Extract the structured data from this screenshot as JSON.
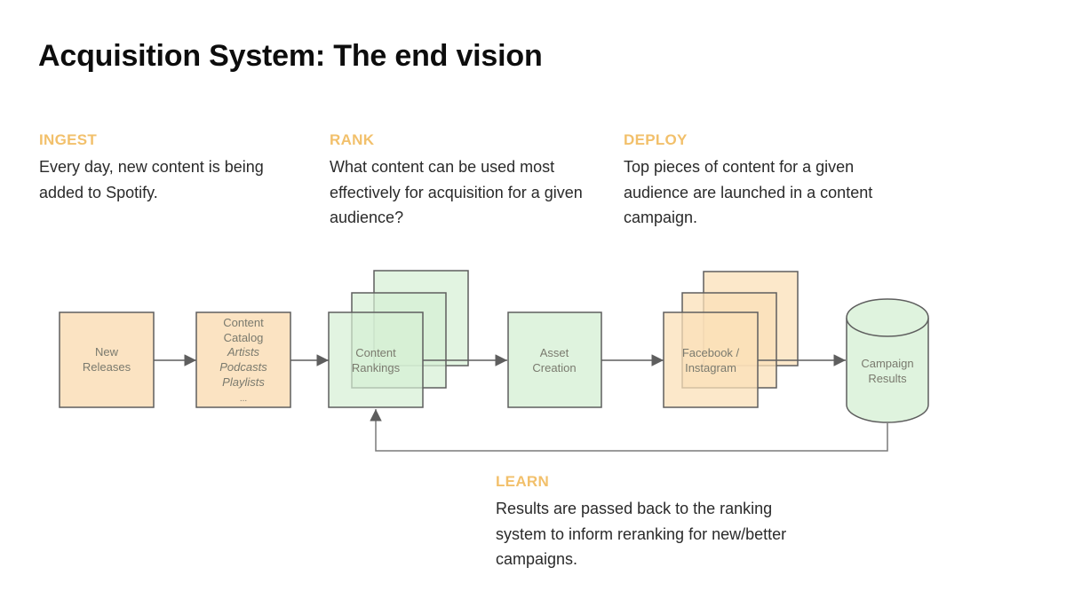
{
  "title": "Acquisition System: The end vision",
  "sections": {
    "ingest": {
      "heading": "INGEST",
      "body": "Every day, new content is being added to Spotify."
    },
    "rank": {
      "heading": "RANK",
      "body": "What content can be used most effectively for acquisition for a given audience?"
    },
    "deploy": {
      "heading": "DEPLOY",
      "body": "Top pieces of content for a given audience are launched in a content campaign."
    },
    "learn": {
      "heading": "LEARN",
      "body": "Results are passed back to the ranking system to inform reranking for new/better campaigns."
    }
  },
  "colors": {
    "heading_accent": "#f2c06b",
    "orange_fill": "#fbe3c2",
    "green_fill": "#dff3de",
    "stroke": "#5e5e5e"
  },
  "nodes": {
    "new_releases": {
      "lines": [
        "New",
        "Releases"
      ]
    },
    "content_catalog": {
      "lines": [
        "Content",
        "Catalog"
      ],
      "italic_lines": [
        "Artists",
        "Podcasts",
        "Playlists"
      ],
      "ellipsis": "..."
    },
    "content_rankings": {
      "lines": [
        "Content",
        "Rankings"
      ]
    },
    "asset_creation": {
      "lines": [
        "Asset",
        "Creation"
      ]
    },
    "facebook_instagram": {
      "lines": [
        "Facebook /",
        "Instagram"
      ]
    },
    "campaign_results": {
      "lines": [
        "Campaign",
        "Results"
      ]
    }
  }
}
